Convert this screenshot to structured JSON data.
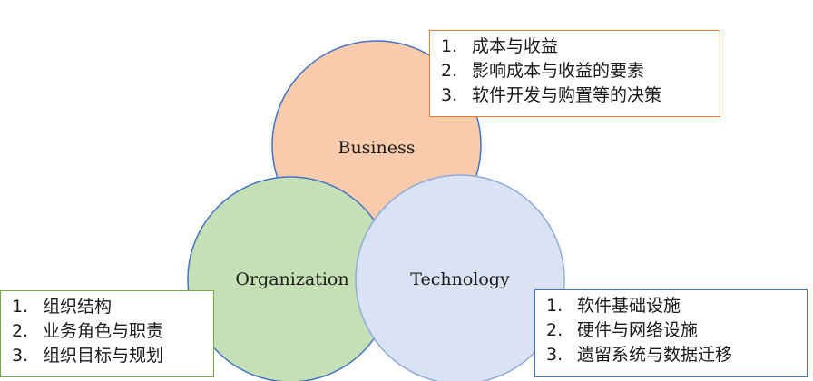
{
  "colors": {
    "business_fill": "#f8cbad",
    "business_stroke": "#4472c4",
    "organization_fill": "#c5e0b4",
    "organization_stroke": "#4472c4",
    "technology_fill": "#dae3f3",
    "technology_stroke": "#8faadc",
    "business_box_border": "#ed7d31",
    "organization_box_border": "#70ad47",
    "technology_box_border": "#4472c4"
  },
  "circles": {
    "business": "Business",
    "organization": "Organization",
    "technology": "Technology"
  },
  "boxes": {
    "business": [
      {
        "num": "1.",
        "text": "成本与收益"
      },
      {
        "num": "2.",
        "text": "影响成本与收益的要素"
      },
      {
        "num": "3.",
        "text": "软件开发与购置等的决策"
      }
    ],
    "organization": [
      {
        "num": "1.",
        "text": "组织结构"
      },
      {
        "num": "2.",
        "text": "业务角色与职责"
      },
      {
        "num": "3.",
        "text": "组织目标与规划"
      }
    ],
    "technology": [
      {
        "num": "1.",
        "text": "软件基础设施"
      },
      {
        "num": "2.",
        "text": "硬件与网络设施"
      },
      {
        "num": "3.",
        "text": "遗留系统与数据迁移"
      }
    ]
  }
}
